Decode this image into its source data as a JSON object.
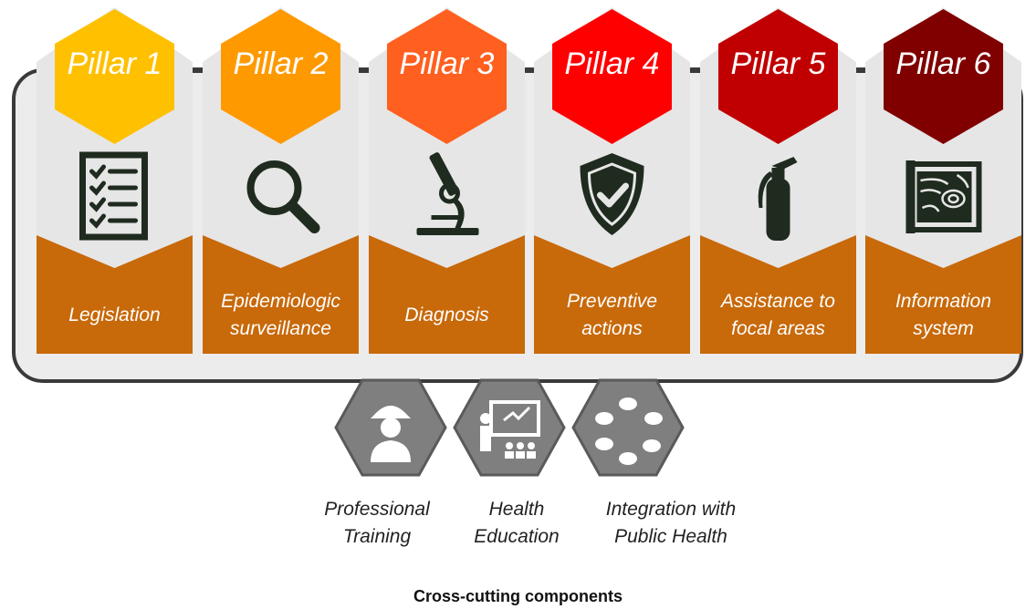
{
  "pillars": [
    {
      "title": "Pillar 1",
      "label": "Legislation",
      "icon": "checklist-icon",
      "color": "#FFC000"
    },
    {
      "title": "Pillar 2",
      "label": "Epidemiologic surveillance",
      "icon": "magnifier-icon",
      "color": "#FF9900"
    },
    {
      "title": "Pillar 3",
      "label": "Diagnosis",
      "icon": "microscope-icon",
      "color": "#FF5F1F"
    },
    {
      "title": "Pillar 4",
      "label": "Preventive actions",
      "icon": "shield-check-icon",
      "color": "#FF0000"
    },
    {
      "title": "Pillar 5",
      "label": "Assistance to focal areas",
      "icon": "fire-extinguisher-icon",
      "color": "#C00000"
    },
    {
      "title": "Pillar 6",
      "label": "Information system",
      "icon": "map-icon",
      "color": "#800000"
    }
  ],
  "cross_cutting": {
    "items": [
      {
        "label": "Professional Training",
        "icon": "worker-icon"
      },
      {
        "label": "Health Education",
        "icon": "teacher-icon"
      },
      {
        "label": "Integration with Public Health",
        "icon": "hands-circle-icon"
      }
    ],
    "footer": "Cross-cutting components"
  },
  "colors": {
    "band": "#C8690A",
    "panel": "#E6E6E6",
    "frame": "#3A3A3A",
    "icon": "#1F2B1F",
    "hex": "#7F7F7F"
  }
}
